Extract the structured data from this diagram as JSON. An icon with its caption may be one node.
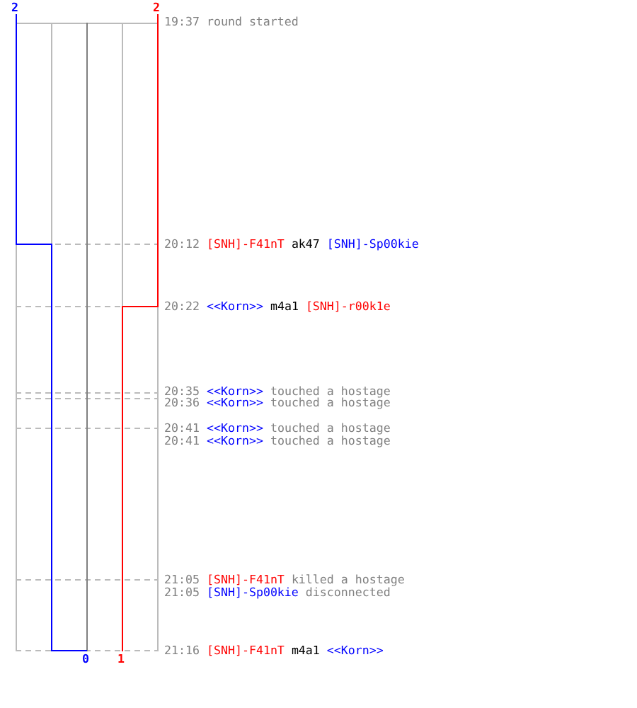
{
  "diagram": {
    "labels": [
      "2",
      "2",
      "19:37 round started",
      "20:12",
      "[SNH]-F41nT",
      "ak47",
      "[SNH]-Sp00kie",
      "20:22",
      "<<Korn>>",
      "m4a1",
      "[SNH]-r00k1e",
      "20:35",
      "<<Korn>>",
      "touched a hostage",
      "20:36",
      "<<Korn>>",
      "touched a hostage",
      "20:41",
      "<<Korn>>",
      "touched a hostage",
      "20:41",
      "<<Korn>>",
      "touched a hostage",
      "21:05",
      "[SNH]-F41nT",
      "killed a hostage",
      "21:05",
      "[SNH]-Sp00kie",
      "disconnected",
      "21:16",
      "[SNH]-F41nT",
      "m4a1",
      "<<Korn>>",
      "0",
      "1"
    ]
  }
}
